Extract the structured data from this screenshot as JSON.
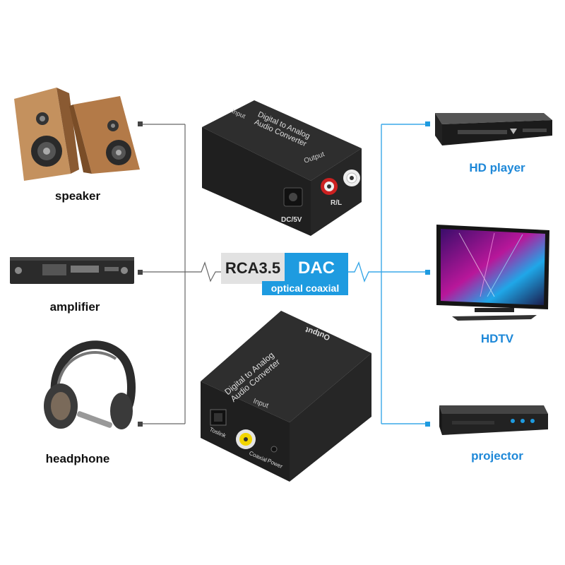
{
  "left_devices": [
    {
      "label": "speaker",
      "icon": "speaker-icon"
    },
    {
      "label": "amplifier",
      "icon": "amplifier-icon"
    },
    {
      "label": "headphone",
      "icon": "headphone-icon"
    }
  ],
  "right_devices": [
    {
      "label": "HD player",
      "icon": "hd-player-icon"
    },
    {
      "label": "HDTV",
      "icon": "hdtv-icon"
    },
    {
      "label": "projector",
      "icon": "projector-icon"
    }
  ],
  "center": {
    "left_text": "RCA3.5",
    "right_text": "DAC",
    "bottom_text": "optical coaxial"
  },
  "top_converter": {
    "title_line1": "Digital to Analog",
    "title_line2": "Audio Converter",
    "input_label": "Input",
    "output_label": "Output",
    "dc_label": "DC/5V",
    "rl_label": "R/L"
  },
  "bottom_converter": {
    "title_line1": "Digital to Analog",
    "title_line2": "Audio Converter",
    "output_label": "Output",
    "input_label": "Input",
    "toslink_label": "Toslink",
    "coaxial_label": "Coaxial",
    "power_label": "Power"
  },
  "colors": {
    "accent": "#1e9be0",
    "right_label": "#1e88d8",
    "left_line": "#555555",
    "right_line": "#3aa8e8"
  }
}
